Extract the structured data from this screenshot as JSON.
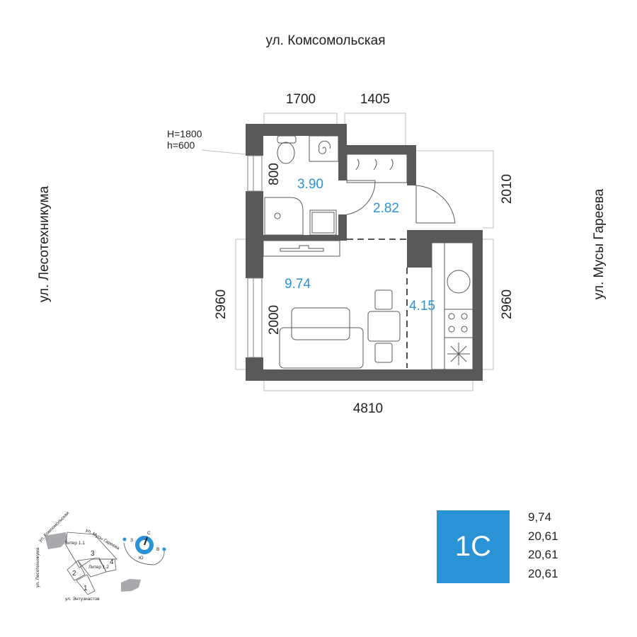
{
  "streets": {
    "top": "ул. Комсомольская",
    "left": "ул. Лесотехникума",
    "right": "ул. Мусы Гареева"
  },
  "dimensions": {
    "top_left": "1700",
    "top_right": "1405",
    "right_upper": "2010",
    "right_lower": "2960",
    "left_lower": "2960",
    "bottom": "4810",
    "window_upper": "800",
    "window_lower": "2000"
  },
  "window_note": {
    "H": "H=1800",
    "h": "h=600"
  },
  "rooms": {
    "bathroom": "3.90",
    "hall": "2.82",
    "living": "9.74",
    "kitchen": "4.15"
  },
  "site_plan": {
    "street_komsomolskaya": "ул. Комсомольская",
    "street_lesotekhnikuma": "ул. Лесотехникума",
    "street_gareeva": "ул. Мусы Гареева",
    "street_entuziastov": "ул. Энтузиастов",
    "liter_1_1": "Литер 1.1",
    "liter_1_2": "Литер 1.2",
    "sections": [
      "1",
      "2",
      "3",
      "4"
    ],
    "compass": {
      "n": "С",
      "s": "Ю",
      "w": "З",
      "e": "В"
    }
  },
  "apartment_type": "1С",
  "area_values": [
    "9,74",
    "20,61",
    "20,61",
    "20,61"
  ],
  "colors": {
    "wall": "#58595b",
    "accent": "#2a93d5"
  }
}
